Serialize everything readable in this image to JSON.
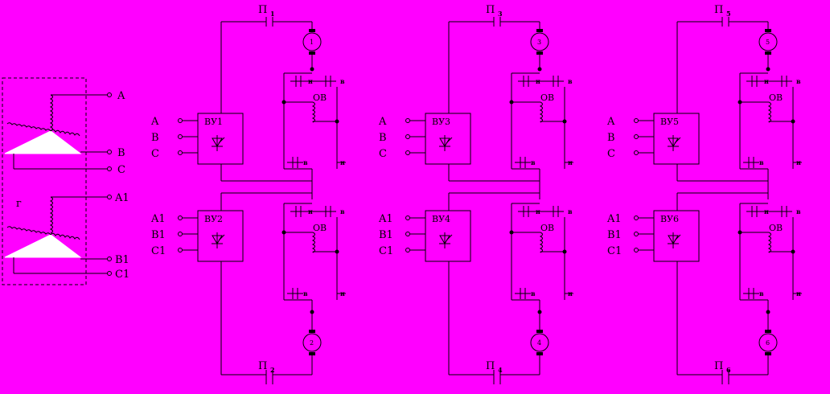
{
  "colors": {
    "background": "#ff00ff",
    "line": "#000000",
    "fill": "#ffffff"
  },
  "transformer": {
    "winding_r_label": "г",
    "primary_terminals": [
      "A",
      "B",
      "C"
    ],
    "secondary_terminals": [
      "A1",
      "B1",
      "C1"
    ]
  },
  "units": [
    {
      "block": "ВУ1",
      "inputs": [
        "A",
        "B",
        "C"
      ],
      "motor": "1",
      "switch": "П",
      "switch_sub": "1",
      "field": "ОВ",
      "n": "н",
      "v": "в"
    },
    {
      "block": "ВУ2",
      "inputs": [
        "A1",
        "B1",
        "C1"
      ],
      "motor": "2",
      "switch": "П",
      "switch_sub": "2",
      "field": "ОВ",
      "n": "н",
      "v": "в"
    },
    {
      "block": "ВУ3",
      "inputs": [
        "A",
        "B",
        "C"
      ],
      "motor": "3",
      "switch": "П",
      "switch_sub": "3",
      "field": "ОВ",
      "n": "н",
      "v": "в"
    },
    {
      "block": "ВУ4",
      "inputs": [
        "A1",
        "B1",
        "C1"
      ],
      "motor": "4",
      "switch": "П",
      "switch_sub": "4",
      "field": "ОВ",
      "n": "н",
      "v": "в"
    },
    {
      "block": "ВУ5",
      "inputs": [
        "A",
        "B",
        "C"
      ],
      "motor": "5",
      "switch": "П",
      "switch_sub": "5",
      "field": "ОВ",
      "n": "н",
      "v": "в"
    },
    {
      "block": "ВУ6",
      "inputs": [
        "A1",
        "B1",
        "C1"
      ],
      "motor": "6",
      "switch": "П",
      "switch_sub": "6",
      "field": "ОВ",
      "n": "н",
      "v": "в"
    }
  ]
}
